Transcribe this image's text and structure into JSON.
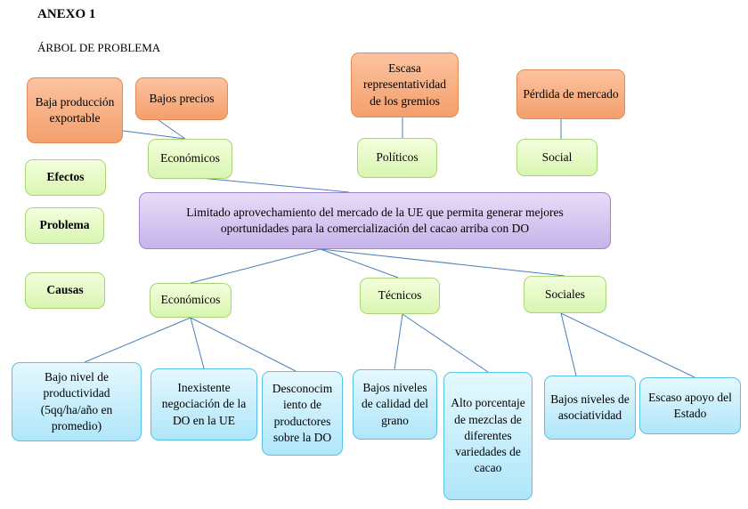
{
  "header": {
    "annex": "ANEXO 1",
    "title": "ÁRBOL DE PROBLEMA"
  },
  "row_labels": {
    "effects": "Efectos",
    "problem": "Problema",
    "causes": "Causas"
  },
  "effects": {
    "economic": {
      "label": "Económicos",
      "items": [
        "Baja producción exportable",
        "Bajos precios"
      ]
    },
    "political": {
      "label": "Políticos",
      "items": [
        "Escasa representatividad de los gremios"
      ]
    },
    "social": {
      "label": "Social",
      "items": [
        "Pérdida de mercado"
      ]
    }
  },
  "problem": "Limitado aprovechamiento del mercado de la UE que permita generar mejores oportunidades para la comercialización del cacao arriba con DO",
  "causes": {
    "economic": {
      "label": "Económicos",
      "items": [
        "Bajo nivel de productividad (5qq/ha/año en promedio)",
        "Inexistente negociación de la DO en la UE",
        "Desconocim iento de productores sobre la DO"
      ]
    },
    "technical": {
      "label": "Técnicos",
      "items": [
        "Bajos niveles de calidad del grano",
        "Alto porcentaje de mezclas de diferentes variedades de cacao"
      ]
    },
    "social": {
      "label": "Sociales",
      "items": [
        "Bajos niveles de asociatividad",
        "Escaso apoyo del Estado"
      ]
    }
  },
  "colors": {
    "effects": "#f49f6c",
    "groups": "#d9f5b1",
    "problem": "#c7b3ea",
    "causes": "#afe6fa",
    "lines": "#4a7ebb"
  }
}
